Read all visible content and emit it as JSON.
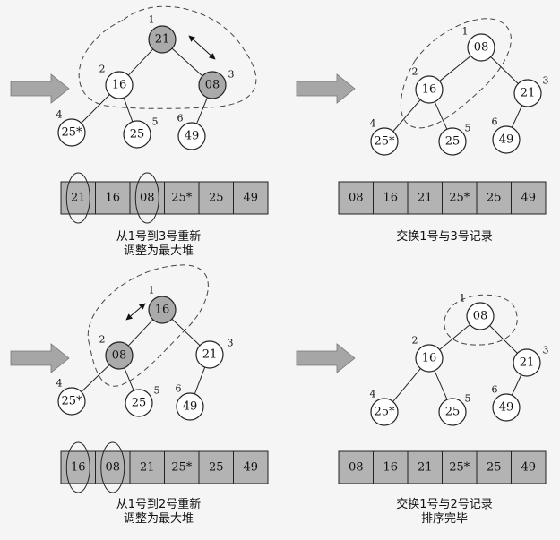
{
  "panels": [
    {
      "id": "p1",
      "array": [
        "21",
        "16",
        "08",
        "25*",
        "25",
        "49"
      ],
      "array_circled": [
        0,
        2
      ],
      "caption": [
        "从1号到3号重新",
        "调整为最大堆"
      ],
      "nodes": [
        {
          "n": "1",
          "value": "21",
          "shaded": true
        },
        {
          "n": "2",
          "value": "16",
          "shaded": false
        },
        {
          "n": "3",
          "value": "08",
          "shaded": true
        },
        {
          "n": "4",
          "value": "25*",
          "shaded": false
        },
        {
          "n": "5",
          "value": "25",
          "shaded": false
        },
        {
          "n": "6",
          "value": "49",
          "shaded": false
        }
      ],
      "swap_arrow": true
    },
    {
      "id": "p2",
      "array": [
        "08",
        "16",
        "21",
        "25*",
        "25",
        "49"
      ],
      "array_circled": [],
      "caption": [
        "交换1号与3号记录"
      ],
      "nodes": [
        {
          "n": "1",
          "value": "08",
          "shaded": false
        },
        {
          "n": "2",
          "value": "16",
          "shaded": false
        },
        {
          "n": "3",
          "value": "21",
          "shaded": false
        },
        {
          "n": "4",
          "value": "25*",
          "shaded": false
        },
        {
          "n": "5",
          "value": "25",
          "shaded": false
        },
        {
          "n": "6",
          "value": "49",
          "shaded": false
        }
      ],
      "swap_arrow": false
    },
    {
      "id": "p3",
      "array": [
        "16",
        "08",
        "21",
        "25*",
        "25",
        "49"
      ],
      "array_circled": [
        0,
        1
      ],
      "caption": [
        "从1号到2号重新",
        "调整为最大堆"
      ],
      "nodes": [
        {
          "n": "1",
          "value": "16",
          "shaded": true
        },
        {
          "n": "2",
          "value": "08",
          "shaded": true
        },
        {
          "n": "3",
          "value": "21",
          "shaded": false
        },
        {
          "n": "4",
          "value": "25*",
          "shaded": false
        },
        {
          "n": "5",
          "value": "25",
          "shaded": false
        },
        {
          "n": "6",
          "value": "49",
          "shaded": false
        }
      ],
      "swap_arrow": true
    },
    {
      "id": "p4",
      "array": [
        "08",
        "16",
        "21",
        "25*",
        "25",
        "49"
      ],
      "array_circled": [],
      "caption": [
        "交换1号与2号记录",
        "排序完毕"
      ],
      "nodes": [
        {
          "n": "1",
          "value": "08",
          "shaded": false
        },
        {
          "n": "2",
          "value": "16",
          "shaded": false
        },
        {
          "n": "3",
          "value": "21",
          "shaded": false
        },
        {
          "n": "4",
          "value": "25*",
          "shaded": false
        },
        {
          "n": "5",
          "value": "25",
          "shaded": false
        },
        {
          "n": "6",
          "value": "49",
          "shaded": false
        }
      ],
      "swap_arrow": false
    }
  ],
  "colors": {
    "shaded_node": "#aaaaaa",
    "array_cell": "#b3b3b3",
    "arrow_fill": "#a6a6a6",
    "line": "#222222"
  }
}
